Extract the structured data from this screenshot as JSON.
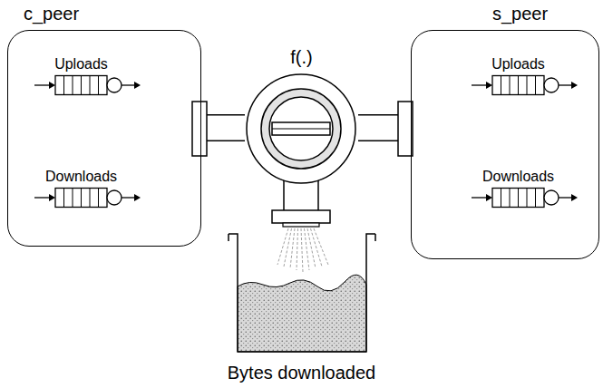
{
  "diagram": {
    "nodes": [
      {
        "text": [
          "c_peer"
        ]
      },
      {
        "text": [
          "Uploads"
        ],
        "in": 0
      },
      {
        "text": [
          "Downloads"
        ],
        "in": 0
      },
      {
        "text": [
          "f(.)"
        ]
      },
      {
        "text": [
          "s_peer"
        ]
      },
      {
        "text": [
          "Uploads"
        ],
        "in": 4
      },
      {
        "text": [
          "Downloads"
        ],
        "in": 4
      },
      {
        "text": [
          "Bytes downloaded"
        ]
      }
    ],
    "edges": [
      {
        "from": 0,
        "to": 3,
        "arrow": "none"
      },
      {
        "from": 3,
        "to": 4,
        "arrow": "none"
      }
    ]
  }
}
